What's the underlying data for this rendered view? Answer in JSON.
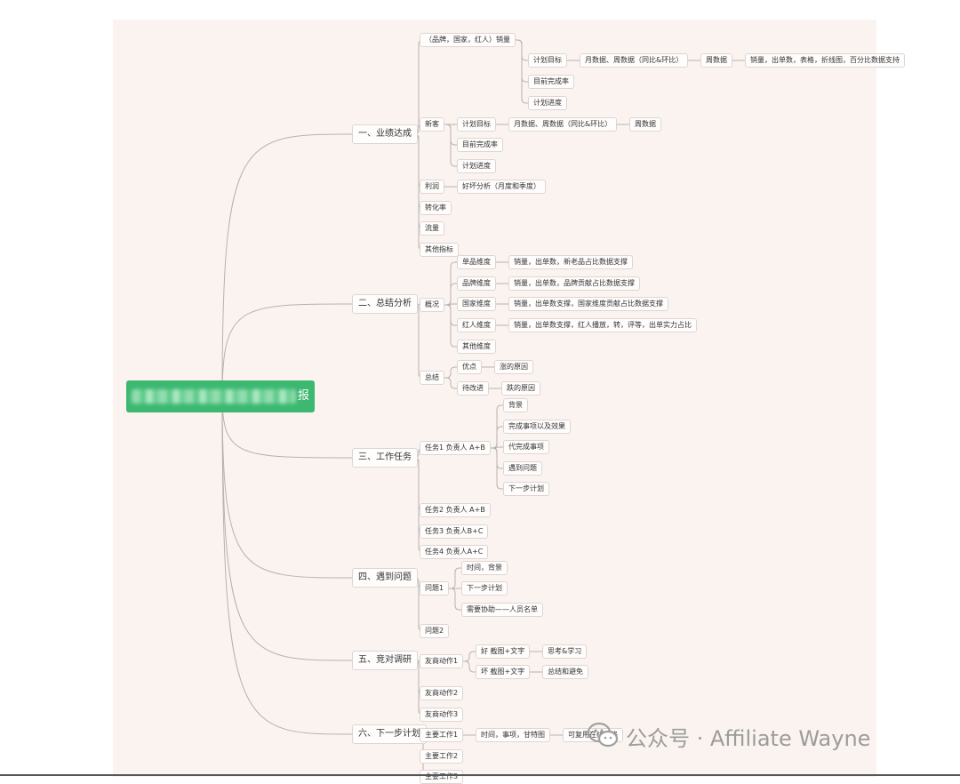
{
  "root": {
    "visible_tail": "报"
  },
  "branches": [
    {
      "label": "一、业绩达成",
      "children": [
        {
          "label": "（品牌，国家，红人）销量",
          "children": [
            {
              "label": "计划目标",
              "children": [
                {
                  "label": "月数据、周数据（同比&环比）",
                  "children": [
                    {
                      "label": "周数据",
                      "children": [
                        {
                          "label": "销量，出单数，表格，折线图，百分比数据支持"
                        }
                      ]
                    }
                  ]
                }
              ]
            },
            {
              "label": "目前完成率"
            },
            {
              "label": "计划进度"
            }
          ]
        },
        {
          "label": "新客",
          "children": [
            {
              "label": "计划目标",
              "children": [
                {
                  "label": "月数据、周数据（同比&环比）",
                  "children": [
                    {
                      "label": "周数据"
                    }
                  ]
                }
              ]
            },
            {
              "label": "目前完成率"
            },
            {
              "label": "计划进度"
            }
          ]
        },
        {
          "label": "利润",
          "children": [
            {
              "label": "好坏分析（月度和季度）"
            }
          ]
        },
        {
          "label": "转化率"
        },
        {
          "label": "流量"
        },
        {
          "label": "其他指标"
        }
      ]
    },
    {
      "label": "二、总结分析",
      "children": [
        {
          "label": "概况",
          "children": [
            {
              "label": "单品维度",
              "children": [
                {
                  "label": "销量，出单数，新老品占比数据支撑"
                }
              ]
            },
            {
              "label": "品牌维度",
              "children": [
                {
                  "label": "销量，出单数，品牌贡献占比数据支撑"
                }
              ]
            },
            {
              "label": "国家维度",
              "children": [
                {
                  "label": "销量，出单数支撑，国家维度贡献占比数据支撑"
                }
              ]
            },
            {
              "label": "红人维度",
              "children": [
                {
                  "label": "销量，出单数支撑，红人播放，转，评等，出单实力占比"
                }
              ]
            },
            {
              "label": "其他维度"
            }
          ]
        },
        {
          "label": "总结",
          "children": [
            {
              "label": "优点",
              "children": [
                {
                  "label": "涨的原因"
                }
              ]
            },
            {
              "label": "待改进",
              "children": [
                {
                  "label": "跌的原因"
                }
              ]
            }
          ]
        }
      ]
    },
    {
      "label": "三、工作任务",
      "children": [
        {
          "label": "任务1 负责人 A+B",
          "children": [
            {
              "label": "背景"
            },
            {
              "label": "完成事项以及效果"
            },
            {
              "label": "代完成事项"
            },
            {
              "label": "遇到问题"
            },
            {
              "label": "下一步计划"
            }
          ]
        },
        {
          "label": "任务2 负责人 A+B"
        },
        {
          "label": "任务3 负责人B+C"
        },
        {
          "label": "任务4 负责人A+C"
        }
      ]
    },
    {
      "label": "四、遇到问题",
      "children": [
        {
          "label": "问题1",
          "children": [
            {
              "label": "时间，背景"
            },
            {
              "label": "下一步计划"
            },
            {
              "label": "需要协助——人员名单"
            }
          ]
        },
        {
          "label": "问题2"
        }
      ]
    },
    {
      "label": "五、竞对调研",
      "children": [
        {
          "label": "友商动作1",
          "children": [
            {
              "label": "好 截图+文字",
              "children": [
                {
                  "label": "思考&学习"
                }
              ]
            },
            {
              "label": "坏 截图+文字",
              "children": [
                {
                  "label": "总结和避免"
                }
              ]
            }
          ]
        },
        {
          "label": "友商动作2"
        },
        {
          "label": "友商动作3"
        }
      ]
    },
    {
      "label": "六、下一步计划",
      "children": [
        {
          "label": "主要工作1",
          "children": [
            {
              "label": "时间，事项，甘特图",
              "children": [
                {
                  "label": "可复用在线表格"
                }
              ]
            }
          ]
        },
        {
          "label": "主要工作2"
        },
        {
          "label": "主要工作3"
        }
      ]
    }
  ],
  "watermark": {
    "text": "公众号 · Affiliate Wayne",
    "icon": "wechat-icon"
  },
  "colors": {
    "root_fill": "#3cb870",
    "canvas": "#fbf3ef",
    "link": "#b8b2ae"
  }
}
